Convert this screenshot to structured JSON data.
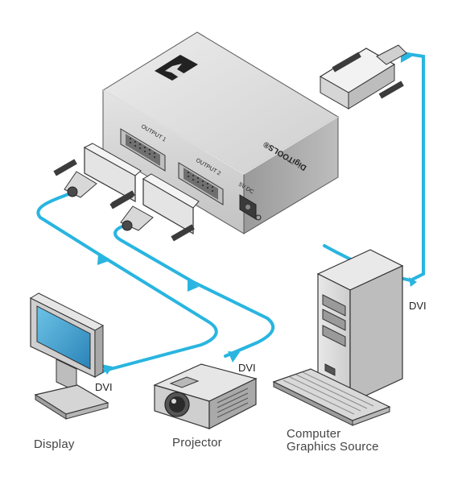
{
  "device": {
    "brand_name": "DigiTOOLS®",
    "output_1_label": "OUTPUT 1",
    "output_2_label": "OUTPUT 2",
    "power_label": "5V DC",
    "logo_icon": "kramer-k-logo-icon"
  },
  "connections": {
    "display_cable_label": "DVI",
    "projector_cable_label": "DVI",
    "source_cable_label": "DVI"
  },
  "devices": {
    "display_label": "Display",
    "projector_label": "Projector",
    "source_label_line1": "Computer",
    "source_label_line2": "Graphics Source"
  },
  "colors": {
    "cable": "#29b5e0",
    "device_body": "#dcdcdc",
    "outline": "#333333"
  }
}
